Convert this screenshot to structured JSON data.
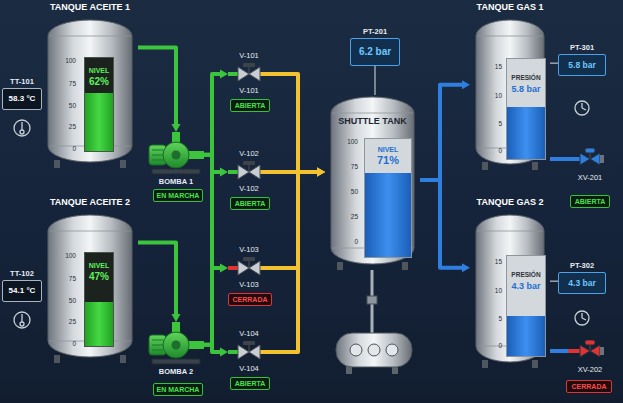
{
  "diagram": {
    "nodes": [
      {
        "text": [
          "TANQUE ACEITE 1"
        ]
      },
      {
        "text": [
          "NIVEL",
          "62%"
        ],
        "in": 0
      },
      {
        "text": [
          "TT-101",
          "58.3 °C"
        ]
      },
      {
        "text": [
          "BOMBA 1"
        ]
      },
      {
        "text": [
          "EN MARCHA"
        ]
      },
      {
        "text": [
          "V-101",
          "V-101"
        ]
      },
      {
        "text": [
          "ABIERTA"
        ]
      },
      {
        "text": [
          "V-102",
          "V-102"
        ]
      },
      {
        "text": [
          "ABIERTA"
        ]
      },
      {
        "text": [
          "PT-201",
          "6.2 bar"
        ]
      },
      {
        "text": [
          "SHUTTLE TANK"
        ]
      },
      {
        "text": [
          "NIVEL",
          "71%"
        ],
        "in": 10
      },
      {
        "text": [
          "TANQUE GAS 1"
        ]
      },
      {
        "text": [
          "PRESIÓN",
          "5.8 bar"
        ],
        "in": 12
      },
      {
        "text": [
          "PT-301",
          "5.8 bar"
        ]
      },
      {
        "text": [
          "XV-201"
        ]
      },
      {
        "text": [
          "ABIERTA"
        ]
      },
      {
        "text": [
          "V-103",
          "V-103"
        ]
      },
      {
        "text": [
          "CERRADA"
        ]
      },
      {
        "text": [
          "V-104",
          "V-104"
        ]
      },
      {
        "text": [
          "ABIERTA"
        ]
      },
      {
        "text": [
          "TANQUE ACEITE 2"
        ]
      },
      {
        "text": [
          "NIVEL",
          "47%"
        ],
        "in": 21
      },
      {
        "text": [
          "TT-102",
          "54.1 °C"
        ]
      },
      {
        "text": [
          "BOMBA 2"
        ]
      },
      {
        "text": [
          "EN MARCHA"
        ]
      },
      {
        "text": [
          "TANQUE GAS 2"
        ]
      },
      {
        "text": [
          "PRESIÓN",
          "4.3 bar"
        ],
        "in": 26
      },
      {
        "text": [
          "PT-302",
          "4.3 bar"
        ]
      },
      {
        "text": [
          "XV-202"
        ]
      },
      {
        "text": [
          "CERRADA"
        ]
      }
    ],
    "edges": [
      {
        "from": 0,
        "to": 3,
        "arrow": "to"
      },
      {
        "from": 21,
        "to": 24,
        "arrow": "to"
      },
      {
        "from": 3,
        "to": 5,
        "arrow": "to"
      },
      {
        "from": 3,
        "to": 7,
        "arrow": "to"
      },
      {
        "from": 24,
        "to": 17,
        "arrow": "to"
      },
      {
        "from": 24,
        "to": 19,
        "arrow": "to"
      },
      {
        "from": 5,
        "to": 10,
        "arrow": "to"
      },
      {
        "from": 7,
        "to": 10,
        "arrow": "to"
      },
      {
        "from": 17,
        "to": 10,
        "arrow": "to"
      },
      {
        "from": 19,
        "to": 10,
        "arrow": "to"
      },
      {
        "from": 9,
        "to": 10,
        "arrow": "none"
      },
      {
        "from": 10,
        "to": 12,
        "arrow": "to"
      },
      {
        "from": 10,
        "to": 26,
        "arrow": "to"
      },
      {
        "from": 14,
        "to": 12,
        "arrow": "none"
      },
      {
        "from": 28,
        "to": 26,
        "arrow": "none"
      },
      {
        "from": 12,
        "to": 15,
        "arrow": "none"
      },
      {
        "from": 26,
        "to": 29,
        "arrow": "none"
      }
    ],
    "labels": [
      "100",
      "75",
      "50",
      "25",
      "0",
      "100",
      "75",
      "50",
      "25",
      "0",
      "100",
      "75",
      "50",
      "25",
      "0",
      "15",
      "10",
      "5",
      "0",
      "15",
      "10",
      "5",
      "0"
    ]
  }
}
